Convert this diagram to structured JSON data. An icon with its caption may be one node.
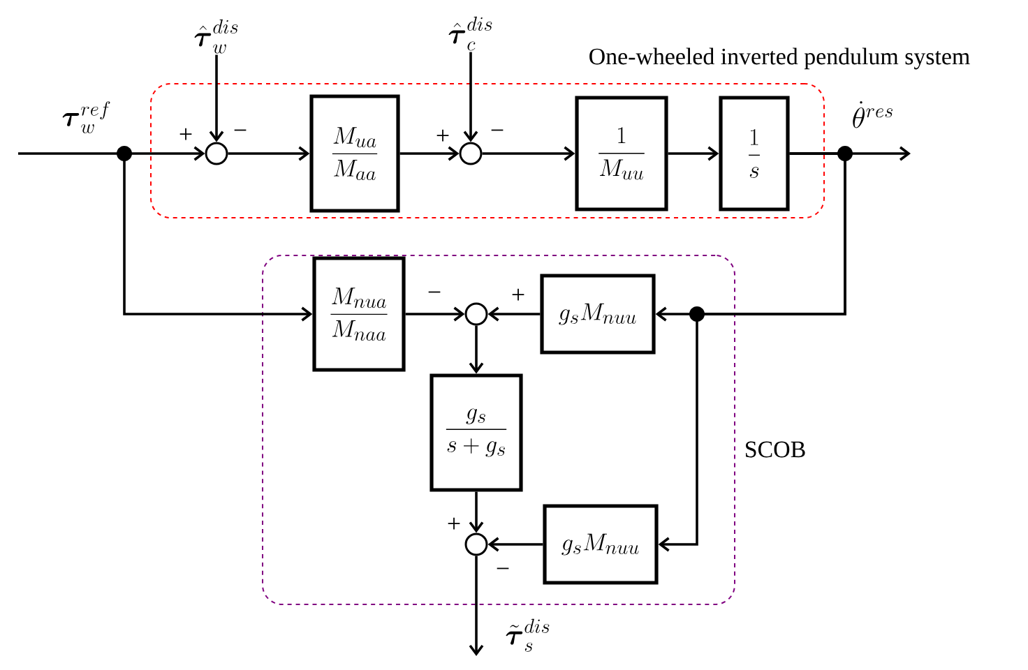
{
  "diagram": {
    "nodes": [
      {
        "text": [
          "\\hat{\\boldsymbol{\\tau}}_w^{dis}"
        ]
      },
      {
        "text": [
          "\\hat{\\boldsymbol{\\tau}}_c^{dis}"
        ]
      },
      {
        "text": [
          "One-wheeled inverted pendulum system"
        ]
      },
      {
        "text": [],
        "shape": "circle",
        "in": 2
      },
      {
        "text": [
          "\\dfrac{M_{ua}}{M_{aa}}"
        ],
        "in": 2
      },
      {
        "text": [],
        "shape": "circle",
        "in": 2
      },
      {
        "text": [
          "\\dfrac{1}{M_{uu}}"
        ],
        "in": 2
      },
      {
        "text": [
          "\\dfrac{1}{s}"
        ],
        "in": 2
      },
      {
        "text": [
          "SCOB"
        ]
      },
      {
        "text": [
          "\\dfrac{M_{nua}}{M_{naa}}"
        ],
        "in": 8
      },
      {
        "text": [],
        "shape": "circle",
        "in": 8
      },
      {
        "text": [
          "g_s M_{nuu}"
        ],
        "in": 8
      },
      {
        "text": [
          "\\dfrac{g_s}{s+g_s}"
        ],
        "in": 8
      },
      {
        "text": [],
        "shape": "circle",
        "in": 8
      },
      {
        "text": [
          "g_s M_{nuu}"
        ],
        "in": 8
      }
    ],
    "edges": [
      {
        "from": null,
        "to": 3,
        "arrow": "to",
        "label": "\\boldsymbol{\\tau}_w^{ref}"
      },
      {
        "from": null,
        "to": 9,
        "arrow": "to"
      },
      {
        "from": 0,
        "to": 3,
        "arrow": "to",
        "label": "−"
      },
      {
        "from": 3,
        "to": 4,
        "arrow": "to"
      },
      {
        "from": 4,
        "to": 5,
        "arrow": "to",
        "label": "+"
      },
      {
        "from": 1,
        "to": 5,
        "arrow": "to",
        "label": "−"
      },
      {
        "from": 5,
        "to": 6,
        "arrow": "to"
      },
      {
        "from": 6,
        "to": 7,
        "arrow": "to"
      },
      {
        "from": 7,
        "to": null,
        "arrow": "to",
        "label": "\\dot{\\theta}^{res}"
      },
      {
        "from": 7,
        "to": 11,
        "arrow": "to"
      },
      {
        "from": 7,
        "to": 14,
        "arrow": "to"
      },
      {
        "from": 9,
        "to": 10,
        "arrow": "to",
        "label": "−"
      },
      {
        "from": 11,
        "to": 10,
        "arrow": "to",
        "label": "+"
      },
      {
        "from": 10,
        "to": 12,
        "arrow": "to"
      },
      {
        "from": 12,
        "to": 13,
        "arrow": "to",
        "label": "+"
      },
      {
        "from": 14,
        "to": 13,
        "arrow": "to",
        "label": "−"
      },
      {
        "from": 13,
        "to": null,
        "arrow": "to",
        "label": "\\tilde{\\boldsymbol{\\tau}}_s^{dis}"
      }
    ],
    "labels": [
      "+"
    ]
  }
}
